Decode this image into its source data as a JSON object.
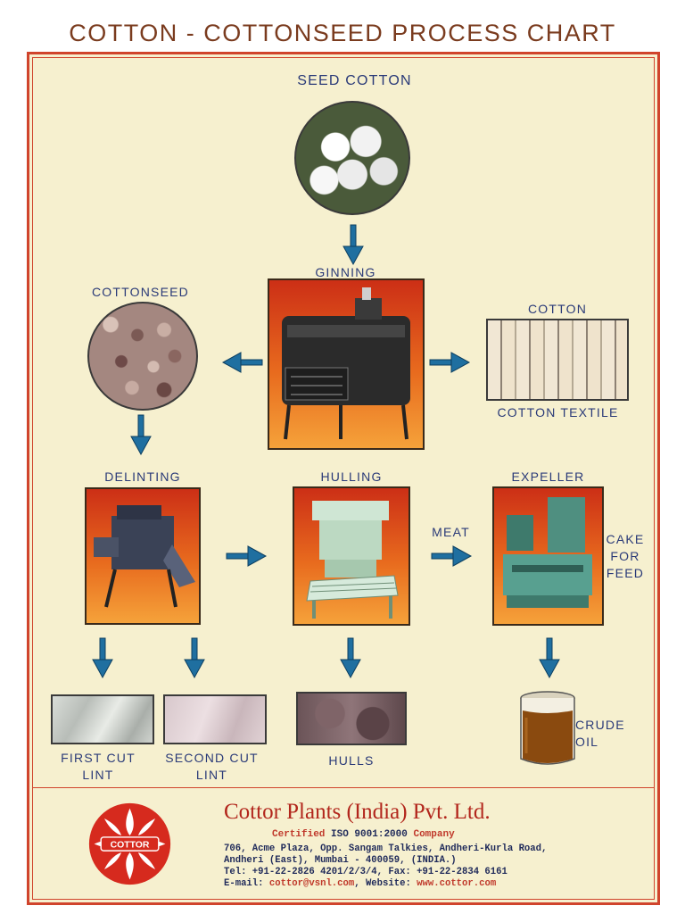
{
  "title": "COTTON - COTTONSEED PROCESS CHART",
  "nodes": {
    "seed_cotton": "SEED COTTON",
    "ginning": "GINNING",
    "cottonseed": "COTTONSEED",
    "cotton": "COTTON",
    "cotton_textile": "COTTON TEXTILE",
    "delinting": "DELINTING",
    "hulling": "HULLING",
    "expeller": "EXPELLER",
    "meat": "MEAT",
    "cake_for_feed": "CAKE\nFOR\nFEED",
    "first_cut_lint": "FIRST CUT\nLINT",
    "second_cut_lint": "SECOND CUT\nLINT",
    "hulls": "HULLS",
    "crude_oil": "CRUDE\nOIL"
  },
  "footer": {
    "company": "Cottor Plants (India) Pvt. Ltd.",
    "cert_prefix": "Certified",
    "cert_iso": "ISO 9001:2000",
    "cert_suffix": "Company",
    "address_line1": "706, Acme Plaza, Opp. Sangam Talkies, Andheri-Kurla Road,",
    "address_line2": "Andheri (East), Mumbai - 400059, (INDIA.)",
    "phone": "Tel: +91-22-2826 4201/2/3/4, Fax: +91-22-2834 6161",
    "email_label": "E-mail:",
    "email": "cottor@vsnl.com",
    "website_label": ", Website:",
    "website": "www.cottor.com",
    "logo_text": "COTTOR"
  },
  "colors": {
    "title": "#7a3b1e",
    "border": "#d0442c",
    "background": "#f6f0cf",
    "label": "#2a3a78",
    "arrow": "#1f6fa0"
  }
}
